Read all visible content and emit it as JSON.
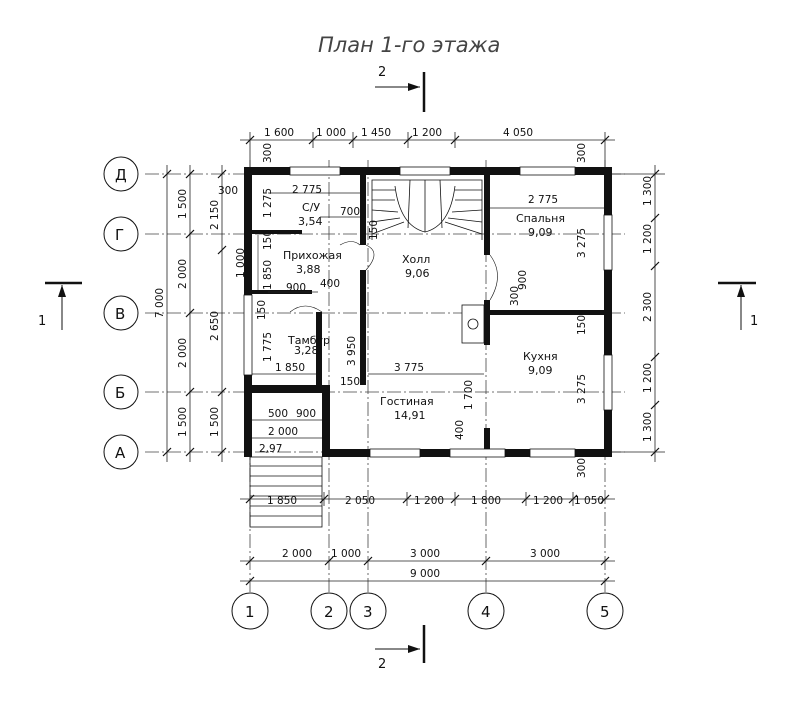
{
  "title": "План 1-го этажа",
  "section_labels": {
    "top": "2",
    "bottom": "2",
    "left": "1",
    "right": "1"
  },
  "axes_letters": [
    "Д",
    "Г",
    "В",
    "Б",
    "А"
  ],
  "axes_numbers": [
    "1",
    "2",
    "3",
    "4",
    "5"
  ],
  "dims_top": [
    "1 600",
    "1 000",
    "1 450",
    "1 200",
    "4 050"
  ],
  "dims_bottom_row1": [
    "1 850",
    "2 050",
    "1 200",
    "1 800",
    "1 200",
    "1 050"
  ],
  "dims_bottom_row2": [
    "2 000",
    "1 000",
    "3 000",
    "3 000"
  ],
  "dims_bottom_total": "9 000",
  "dims_left_outer": [
    "1 500",
    "2 000",
    "2 000",
    "1 500"
  ],
  "dims_left_total": "7 000",
  "dims_left_inner": [
    "2 150",
    "2 650",
    "1 500"
  ],
  "dims_left_sub": [
    "1 000"
  ],
  "dims_right": [
    "1 300",
    "1 200",
    "2 300",
    "1 200",
    "1 300"
  ],
  "dims_misc": {
    "t300a": "300",
    "t300b": "300",
    "t300c": "300",
    "t300d": "300",
    "d2775a": "2 775",
    "d2775b": "2 775",
    "d1275": "1 275",
    "d700": "700",
    "d150a": "150",
    "d1850a": "1 850",
    "d900a": "900",
    "d400a": "400",
    "d150b": "150",
    "d1775": "1 775",
    "d1850b": "1 850",
    "d3950": "3 950",
    "d3775": "3 775",
    "d150c": "150",
    "d500": "500",
    "d900b": "900",
    "d2000": "2 000",
    "d1700": "1 700",
    "d400b": "400",
    "d3275a": "3 275",
    "d3275b": "3 275",
    "d900c": "900",
    "d300e": "300",
    "d150d": "150",
    "d150e": "150"
  },
  "rooms": [
    {
      "name": "С/У",
      "area": "3,54"
    },
    {
      "name": "Прихожая",
      "area": "3,88"
    },
    {
      "name": "Холл",
      "area": "9,06"
    },
    {
      "name": "Спальня",
      "area": "9,09"
    },
    {
      "name": "Тамбур",
      "area": "3,28"
    },
    {
      "name": "Кухня",
      "area": "9,09"
    },
    {
      "name": "Гостиная",
      "area": "14,91"
    }
  ],
  "porch_area": "2,97"
}
